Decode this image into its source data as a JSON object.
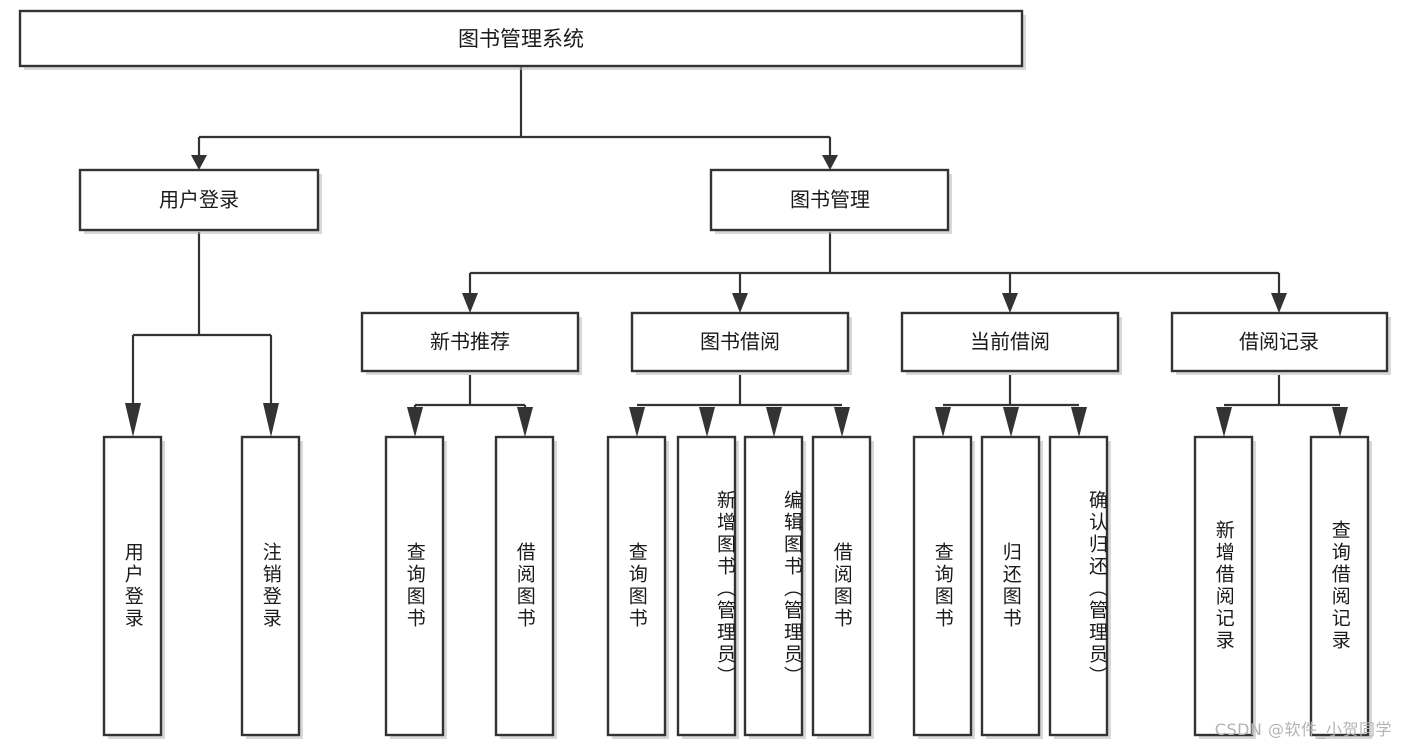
{
  "diagram": {
    "type": "tree-hierarchy-diagram",
    "title_node": {
      "label": "图书管理系统"
    },
    "level2": [
      {
        "label": "用户登录"
      },
      {
        "label": "图书管理"
      }
    ],
    "level3": [
      {
        "label": "新书推荐"
      },
      {
        "label": "图书借阅"
      },
      {
        "label": "当前借阅"
      },
      {
        "label": "借阅记录"
      }
    ],
    "leaves": {
      "user_login": [
        {
          "label": "用户登录"
        },
        {
          "label": "注销登录"
        }
      ],
      "new_book_recommend": [
        {
          "label": "查询图书"
        },
        {
          "label": "借阅图书"
        }
      ],
      "book_borrow": [
        {
          "label": "查询图书"
        },
        {
          "label": "新增图书（管理员）"
        },
        {
          "label": "编辑图书（管理员）"
        },
        {
          "label": "借阅图书"
        }
      ],
      "current_borrow": [
        {
          "label": "查询图书"
        },
        {
          "label": "归还图书"
        },
        {
          "label": "确认归还（管理员）"
        }
      ],
      "borrow_record": [
        {
          "label": "新增借阅记录"
        },
        {
          "label": "查询借阅记录"
        }
      ]
    }
  },
  "watermark": {
    "text": "CSDN @软件_小贺同学"
  },
  "colors": {
    "background": "#ffffff",
    "box_fill": "#ffffff",
    "box_stroke": "#333333",
    "text": "#1a1a1a",
    "watermark_text": "#b4b4b4",
    "shadow": "#b8b8b8"
  }
}
